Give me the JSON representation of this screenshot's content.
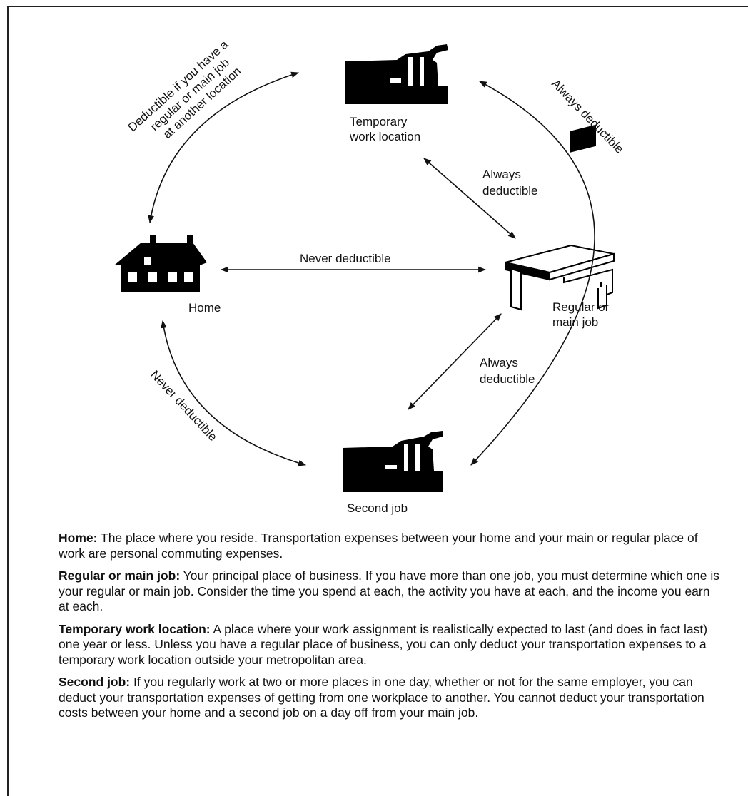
{
  "nodes": {
    "temporary": {
      "label_line1": "Temporary",
      "label_line2": "work location",
      "icon": "factory-icon"
    },
    "home": {
      "label": "Home",
      "icon": "house-icon"
    },
    "regular": {
      "label_line1": "Regular or",
      "label_line2": "main job",
      "icon": "desk-icon"
    },
    "second": {
      "label": "Second job",
      "icon": "factory-icon"
    }
  },
  "edges": {
    "home_temporary": {
      "line1": "Deductible if you have a",
      "line2": "regular or main job",
      "line3": "at another location"
    },
    "temporary_second": {
      "label": "Always deductible"
    },
    "temporary_regular": {
      "line1": "Always",
      "line2": "deductible"
    },
    "home_regular": {
      "label": "Never deductible"
    },
    "regular_second": {
      "line1": "Always",
      "line2": "deductible"
    },
    "home_second": {
      "label": "Never deductible"
    }
  },
  "definitions": {
    "home": {
      "term": "Home:",
      "text": " The place where you reside. Transportation expenses between your home and your main or regular place of work are personal commuting expenses."
    },
    "regular": {
      "term": "Regular or main job:",
      "text": " Your principal place of business. If you have more than one job, you must determine which one is your regular or main job. Consider the time you spend at each, the activity you have at each, and the income you earn at each."
    },
    "temporary": {
      "term": "Temporary work location:",
      "text_before": " A place where your work assignment is realistically expected to last (and does in fact last) one year or less. Unless you have a regular place of business, you can only deduct your transportation expenses to a temporary work location ",
      "underlined": "outside",
      "text_after": " your metropolitan area."
    },
    "second": {
      "term": "Second job:",
      "text": " If you regularly work at two or more places in one day, whether or not for the same employer, you can deduct your transportation expenses of getting from one workplace to another. You cannot deduct your transportation costs between your home and a second job on a day off from your main job."
    }
  }
}
